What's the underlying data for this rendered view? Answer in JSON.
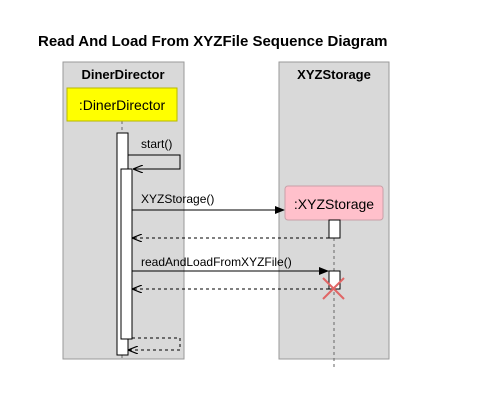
{
  "diagram": {
    "title": "Read And Load From XYZFile Sequence Diagram",
    "lanes": [
      {
        "title": "DinerDirector"
      },
      {
        "title": "XYZStorage"
      }
    ],
    "objects": {
      "diner_director": {
        "label": ":DinerDirector",
        "color": "#ffff00"
      },
      "xyz_storage": {
        "label": ":XYZStorage",
        "color": "#ffc0cb"
      }
    },
    "messages": {
      "start": "start()",
      "constructor": "XYZStorage()",
      "read_and_load": "readAndLoadFromXYZFile()"
    },
    "colors": {
      "lane_fill": "#d9d9d9",
      "lane_border": "#999999",
      "destroy_mark": "#e06666"
    }
  }
}
